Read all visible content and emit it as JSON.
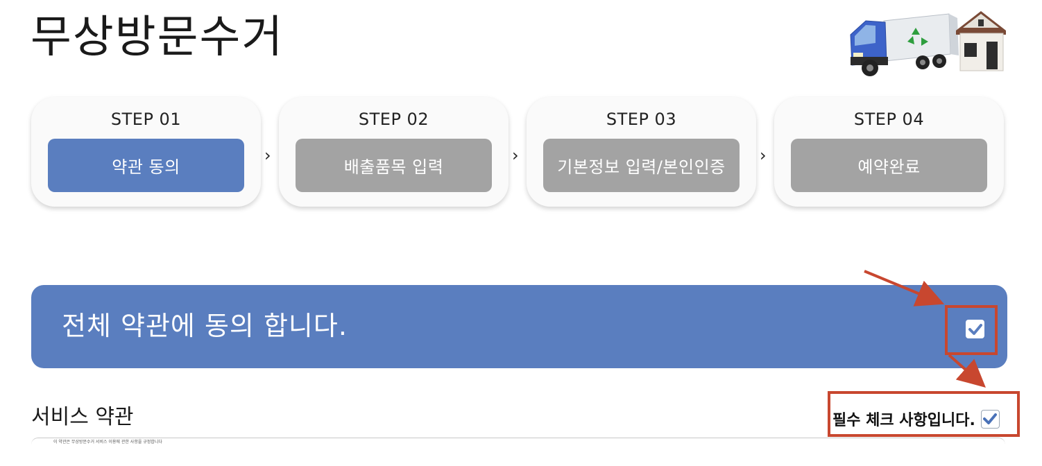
{
  "page": {
    "title": "무상방문수거"
  },
  "steps": [
    {
      "label": "STEP 01",
      "button": "약관 동의",
      "active": true
    },
    {
      "label": "STEP 02",
      "button": "배출품목 입력",
      "active": false
    },
    {
      "label": "STEP 03",
      "button": "기본정보 입력/본인인증",
      "active": false
    },
    {
      "label": "STEP 04",
      "button": "예약완료",
      "active": false
    }
  ],
  "step_separator": "›",
  "agree_all": {
    "text": "전체 약관에 동의 합니다.",
    "checked": true
  },
  "service_terms": {
    "title": "서비스 약관",
    "required_label": "필수 체크 사항입니다.",
    "required_checked": true,
    "preview_text": "이 약관은 무상방문수거 서비스 이용에 관한 사항을 규정합니다"
  },
  "colors": {
    "accent": "#5a7ebf",
    "inactive": "#a3a3a3",
    "annotation": "#c8472f",
    "check": "#4a72b8"
  }
}
